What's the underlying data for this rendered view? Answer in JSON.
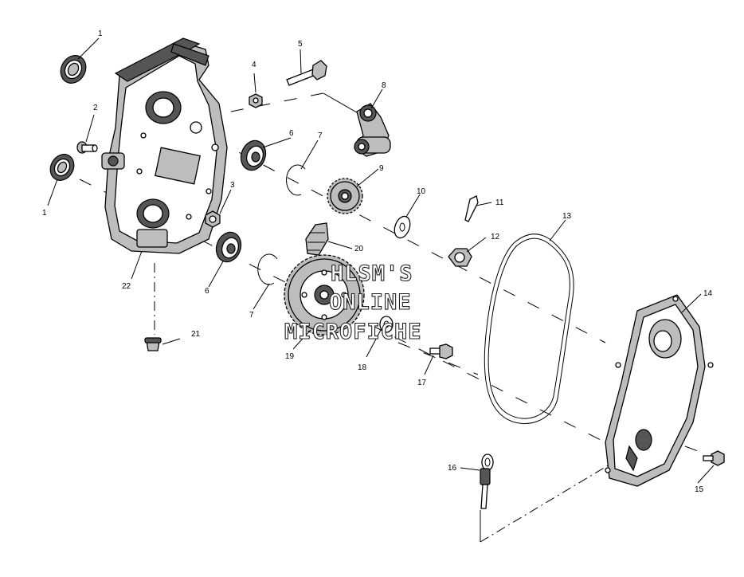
{
  "watermark": {
    "line1": "HLSM'S",
    "line2": "ONLINE",
    "line3": "MICROFICHE"
  },
  "callouts": {
    "c1a": "1",
    "c1b": "1",
    "c2": "2",
    "c3": "3",
    "c4": "4",
    "c5": "5",
    "c6a": "6",
    "c6b": "6",
    "c7a": "7",
    "c7b": "7",
    "c8": "8",
    "c9": "9",
    "c10": "10",
    "c11": "11",
    "c12": "12",
    "c13": "13",
    "c14": "14",
    "c15": "15",
    "c16": "16",
    "c17": "17",
    "c18": "18",
    "c19": "19",
    "c20": "20",
    "c21": "21",
    "c22": "22"
  }
}
